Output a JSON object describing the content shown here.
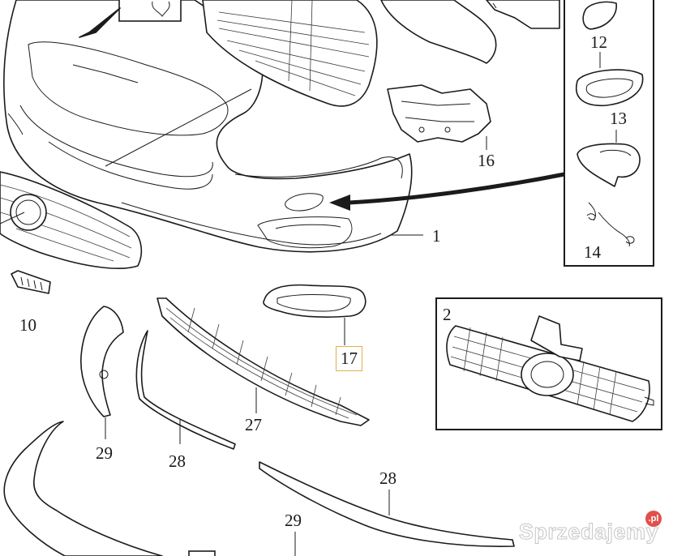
{
  "callouts": {
    "c1": "1",
    "c2": "2",
    "c10": "10",
    "c12": "12",
    "c13": "13",
    "c14": "14",
    "c16": "16",
    "c17": "17",
    "c27": "27",
    "c28a": "28",
    "c28b": "28",
    "c29a": "29",
    "c29b": "29"
  },
  "highlight_color": "#e3b04b",
  "watermark": {
    "text": "Sprzedajemy",
    "suffix": ".pl"
  }
}
